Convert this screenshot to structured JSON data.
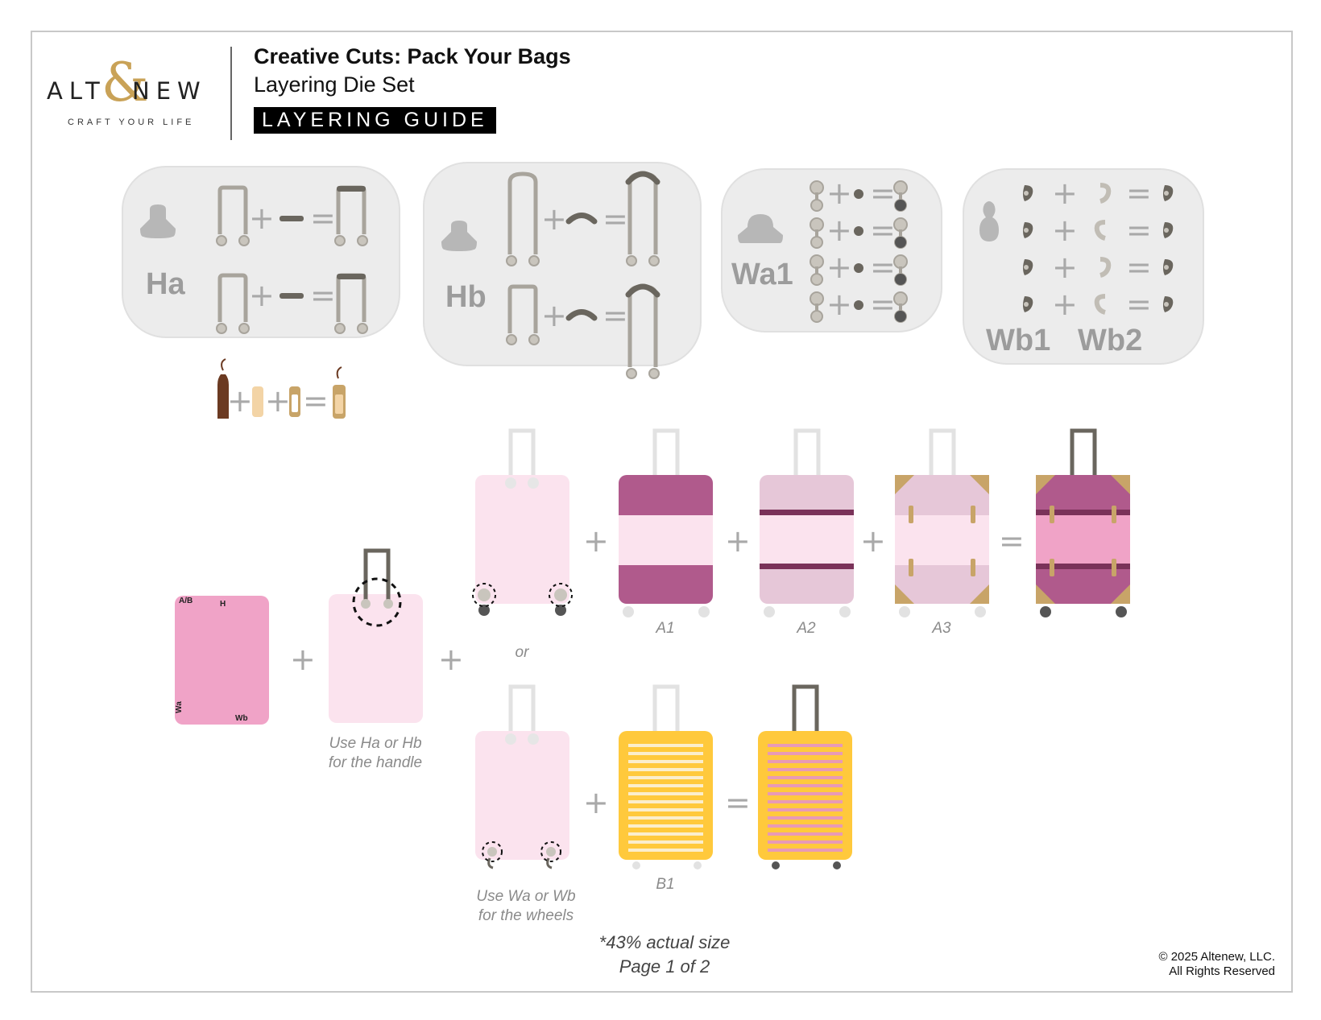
{
  "brand": {
    "logo_left": "ALT",
    "logo_right": "NEW",
    "logo_amp": "&",
    "tagline": "CRAFT YOUR LIFE"
  },
  "header": {
    "title": "Creative Cuts: Pack Your Bags",
    "subtitle": "Layering Die Set",
    "badge": "LAYERING GUIDE"
  },
  "panels": {
    "ha": "Ha",
    "hb": "Hb",
    "wa1": "Wa1",
    "wb1": "Wb1",
    "wb2": "Wb2"
  },
  "operators": {
    "plus": "+",
    "equals": "="
  },
  "base_card": {
    "label_ab": "A/B",
    "label_h": "H",
    "label_wa": "Wa",
    "label_wb": "Wb"
  },
  "captions": {
    "or": "or",
    "a1": "A1",
    "a2": "A2",
    "a3": "A3",
    "b1": "B1",
    "handle_line1": "Use Ha or Hb",
    "handle_line2": "for the handle",
    "wheels_line1": "Use Wa or Wb",
    "wheels_line2": "for the wheels"
  },
  "footer": {
    "size_note": "*43% actual size",
    "page_note": "Page 1 of 2",
    "copyright": "© 2025 Altenew, LLC.",
    "rights": "All Rights Reserved"
  },
  "colors": {
    "panel_bg": "#ececec",
    "dark_magenta": "#b05a8c",
    "base_pink": "#f0a3c7",
    "pale_pink": "#fbe3ee",
    "mauve": "#e6c7d8",
    "gold": "#c8a468",
    "yellow": "#ffc93c",
    "handle_gray": "#a8a49c",
    "handle_dark": "#6a665e"
  }
}
